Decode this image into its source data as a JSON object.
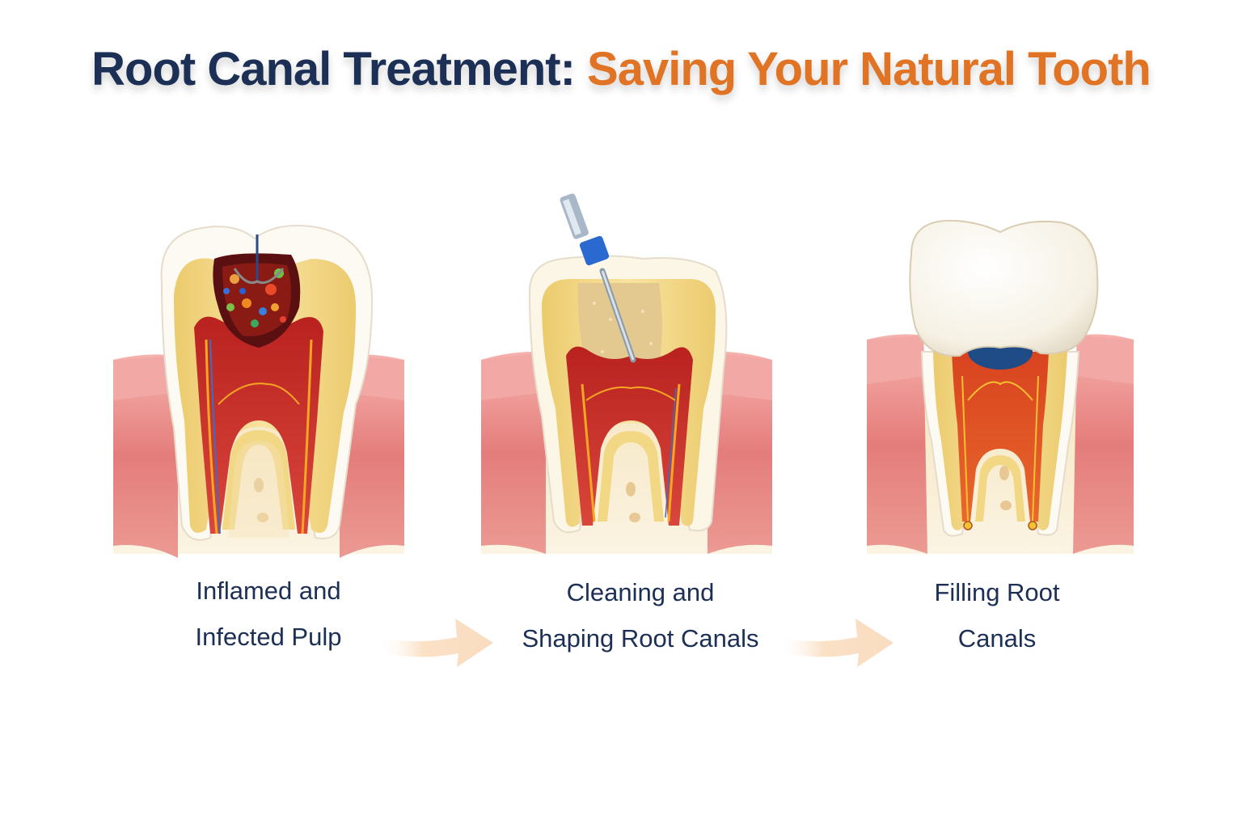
{
  "title": {
    "part1": "Root Canal Treatment:",
    "part2": "Saving Your Natural Tooth",
    "part1_color": "#1c2f55",
    "part2_color": "#e07424"
  },
  "steps": [
    {
      "caption_line1": "Inflamed and",
      "caption_line2": "Infected Pulp",
      "illustration": "infected-tooth-cross-section"
    },
    {
      "caption_line1": "Cleaning and",
      "caption_line2": "Shaping Root Canals",
      "illustration": "tooth-with-endodontic-file"
    },
    {
      "caption_line1": "Filling Root",
      "caption_line2": "Canals",
      "illustration": "filled-tooth-with-crown"
    }
  ],
  "arrows": [
    {
      "from": 1,
      "to": 2,
      "icon": "arrow-right-icon"
    },
    {
      "from": 2,
      "to": 3,
      "icon": "arrow-right-icon"
    }
  ],
  "colors": {
    "enamel": "#fbf8f0",
    "dentin": "#f1d27a",
    "pulp": "#c62e2a",
    "gum": "#ec8f8f",
    "bone": "#f4e2b8",
    "caption": "#1c2f55",
    "arrow": "#f7d3b0"
  }
}
